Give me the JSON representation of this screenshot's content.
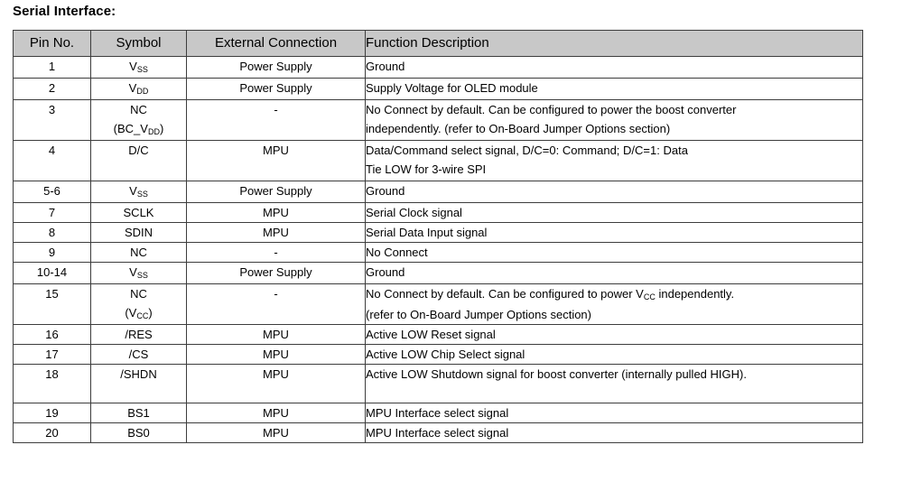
{
  "page": {
    "title": "Serial Interface:"
  },
  "table": {
    "headers": {
      "pin": "Pin No.",
      "symbol": "Symbol",
      "external": "External Connection",
      "function": "Function Description"
    },
    "header_bg": "#c8c8c8",
    "border_color": "#3d3d3d",
    "rows": [
      {
        "pin": "1",
        "symbol_main": "V",
        "symbol_sub": "SS",
        "symbol_line2": "",
        "external": "Power Supply",
        "function_line1": "Ground",
        "function_line2": ""
      },
      {
        "pin": "2",
        "symbol_main": "V",
        "symbol_sub": "DD",
        "symbol_line2": "",
        "external": "Power Supply",
        "function_line1": "Supply Voltage for OLED module",
        "function_line2": ""
      },
      {
        "pin": "3",
        "symbol_main": "NC",
        "symbol_sub": "",
        "symbol_line2_pre": "(BC_V",
        "symbol_line2_sub": "DD",
        "symbol_line2_post": ")",
        "external": "-",
        "function_line1": "No Connect by default.  Can be configured to power the boost converter",
        "function_line2": "independently. (refer to On-Board Jumper Options section)"
      },
      {
        "pin": "4",
        "symbol_main": "D/C",
        "symbol_sub": "",
        "symbol_line2": "",
        "external": "MPU",
        "function_line1": "Data/Command select signal, D/C=0: Command; D/C=1: Data",
        "function_line2": "Tie LOW for 3-wire SPI"
      },
      {
        "pin": "5-6",
        "symbol_main": "V",
        "symbol_sub": "SS",
        "symbol_line2": "",
        "external": "Power Supply",
        "function_line1": "Ground",
        "function_line2": ""
      },
      {
        "pin": "7",
        "symbol_main": "SCLK",
        "symbol_sub": "",
        "symbol_line2": "",
        "external": "MPU",
        "function_line1": "Serial Clock signal",
        "function_line2": ""
      },
      {
        "pin": "8",
        "symbol_main": "SDIN",
        "symbol_sub": "",
        "symbol_line2": "",
        "external": "MPU",
        "function_line1": "Serial Data Input signal",
        "function_line2": ""
      },
      {
        "pin": "9",
        "symbol_main": "NC",
        "symbol_sub": "",
        "symbol_line2": "",
        "external": "-",
        "function_line1": "No Connect",
        "function_line2": ""
      },
      {
        "pin": "10-14",
        "symbol_main": "V",
        "symbol_sub": "SS",
        "symbol_line2": "",
        "external": "Power Supply",
        "function_line1": "Ground",
        "function_line2": ""
      },
      {
        "pin": "15",
        "symbol_main": "NC",
        "symbol_sub": "",
        "symbol_line2_pre": "(V",
        "symbol_line2_sub": "CC",
        "symbol_line2_post": ")",
        "external": "-",
        "function_line1_pre": "No Connect by default. Can be configured to power V",
        "function_line1_sub": "CC",
        "function_line1_post": " independently.",
        "function_line2": "(refer to On-Board Jumper Options section)"
      },
      {
        "pin": "16",
        "symbol_main": "/RES",
        "symbol_sub": "",
        "symbol_line2": "",
        "external": "MPU",
        "function_line1": "Active LOW Reset signal",
        "function_line2": ""
      },
      {
        "pin": "17",
        "symbol_main": "/CS",
        "symbol_sub": "",
        "symbol_line2": "",
        "external": "MPU",
        "function_line1": "Active LOW Chip Select signal",
        "function_line2": ""
      },
      {
        "pin": "18",
        "symbol_main": "/SHDN",
        "symbol_sub": "",
        "symbol_line2": "",
        "external": "MPU",
        "function_line1": "Active LOW Shutdown signal for boost converter (internally pulled HIGH).",
        "function_line2": ""
      },
      {
        "pin": "19",
        "symbol_main": "BS1",
        "symbol_sub": "",
        "symbol_line2": "",
        "external": "MPU",
        "function_line1": "MPU Interface select signal",
        "function_line2": ""
      },
      {
        "pin": "20",
        "symbol_main": "BS0",
        "symbol_sub": "",
        "symbol_line2": "",
        "external": "MPU",
        "function_line1": "MPU Interface select signal",
        "function_line2": ""
      }
    ]
  }
}
